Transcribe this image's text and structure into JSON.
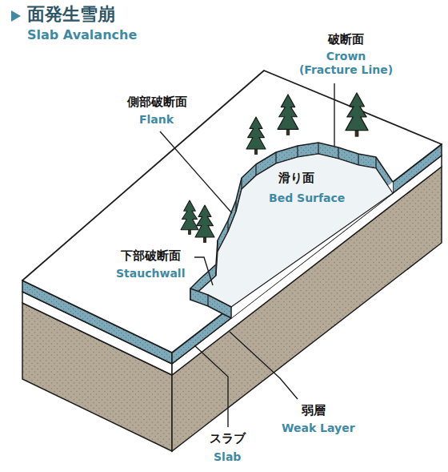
{
  "diagram": {
    "title": "面発生雪崩",
    "labels": [
      "Slab Avalanche",
      "破断面",
      "Crown (Fracture Line)",
      "側部破断面",
      "Flank",
      "滑り面",
      "Bed Surface",
      "下部破断面",
      "Stauchwall",
      "弱層",
      "Weak Layer",
      "スラブ",
      "Slab"
    ]
  }
}
